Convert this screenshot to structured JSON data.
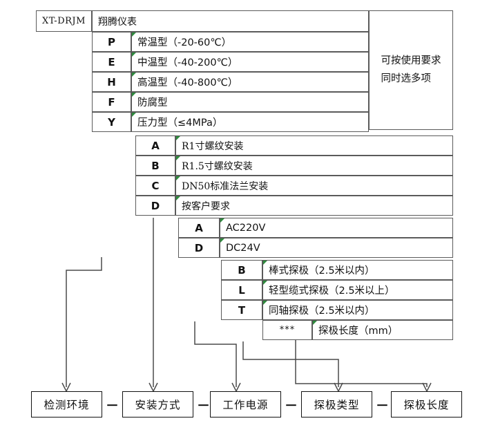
{
  "title_row": {
    "model_code": "XT-DRJM",
    "brand": "翔腾仪表"
  },
  "note": {
    "line1": "可按使用要求",
    "line2": "同时选多项"
  },
  "groups": [
    {
      "name": "detect-environment",
      "rows": [
        {
          "code": "P",
          "desc": "常温型（-20-60℃）"
        },
        {
          "code": "E",
          "desc": "中温型（-40-200℃）"
        },
        {
          "code": "H",
          "desc": "高温型（-40-800℃）"
        },
        {
          "code": "F",
          "desc": "防腐型"
        },
        {
          "code": "Y",
          "desc": "压力型（≤4MPa）"
        }
      ]
    },
    {
      "name": "mounting-method",
      "rows": [
        {
          "code": "A",
          "desc": "R1寸螺纹安装"
        },
        {
          "code": "B",
          "desc": "R1.5寸螺纹安装"
        },
        {
          "code": "C",
          "desc": "DN50标准法兰安装"
        },
        {
          "code": "D",
          "desc": "按客户要求"
        }
      ]
    },
    {
      "name": "working-power",
      "rows": [
        {
          "code": "A",
          "desc": "AC220V"
        },
        {
          "code": "D",
          "desc": "DC24V"
        }
      ]
    },
    {
      "name": "probe-type",
      "rows": [
        {
          "code": "B",
          "desc": "棒式探极（2.5米以内）"
        },
        {
          "code": "L",
          "desc": "轻型缆式探极（2.5米以上）"
        },
        {
          "code": "T",
          "desc": "同轴探极（2.5米以内）"
        }
      ]
    },
    {
      "name": "probe-length",
      "rows": [
        {
          "code": "***",
          "desc": "探极长度（mm）"
        }
      ]
    }
  ],
  "result_boxes": [
    {
      "label": "检测环境"
    },
    {
      "label": "安装方式"
    },
    {
      "label": "工作电源"
    },
    {
      "label": "探极类型"
    },
    {
      "label": "探极长度"
    }
  ],
  "separators": [
    "－",
    "－",
    "－",
    "－"
  ],
  "colors": {
    "grid_line": "#5a5a5a",
    "box_line": "#111111",
    "wire": "#4a4a4a",
    "text": "#111111",
    "tick_green": "#2e8b3d",
    "background": "#ffffff"
  }
}
